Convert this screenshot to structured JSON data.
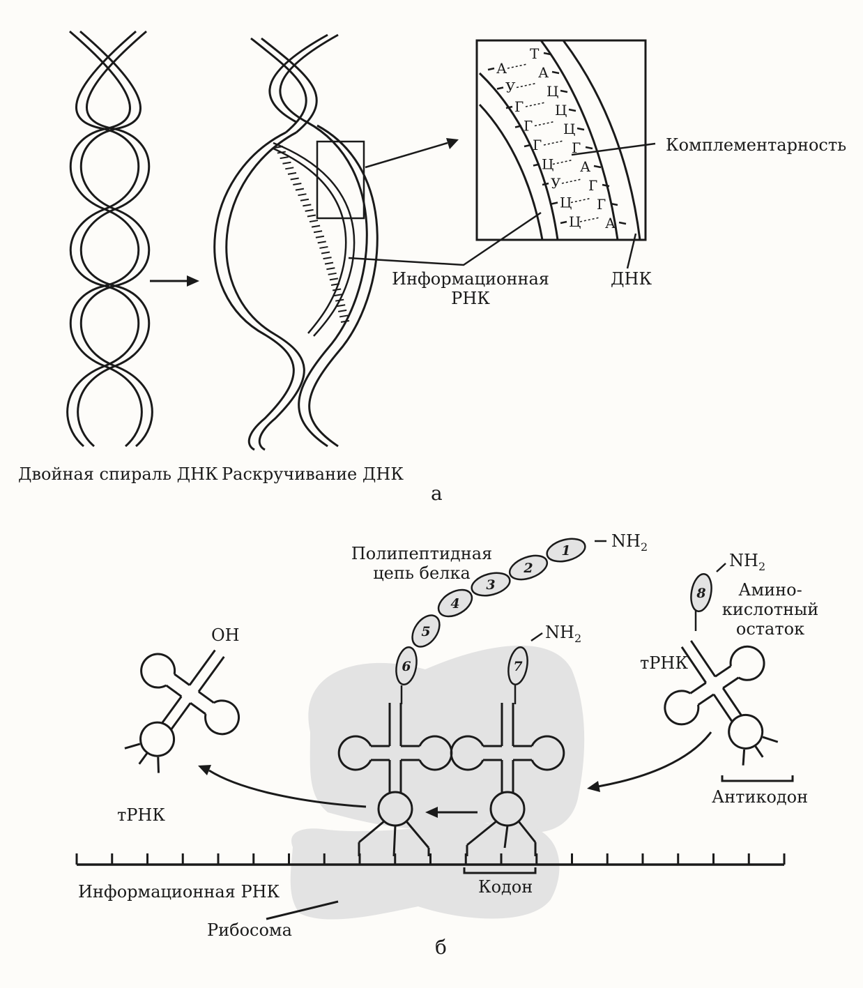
{
  "panel_a": {
    "letter": "а",
    "label_double_helix": "Двойная спираль ДНК",
    "label_unwinding": "Раскручивание ДНК",
    "label_complementarity": "Комплементарность",
    "label_mrna_line1": "Информационная",
    "label_mrna_line2": "РНК",
    "label_dna": "ДНК",
    "rna_bases": [
      "А",
      "У",
      "Г",
      "Г",
      "Г",
      "Ц",
      "У",
      "Ц",
      "Ц"
    ],
    "dna_bases": [
      "Т",
      "А",
      "Ц",
      "Ц",
      "Ц",
      "Г",
      "А",
      "Г",
      "Г",
      "А"
    ]
  },
  "panel_b": {
    "letter": "б",
    "label_polypeptide_line1": "Полипептидная",
    "label_polypeptide_line2": "цепь белка",
    "nh2_main": "NH",
    "nh2_main_sub": "2",
    "nh2_7": "NH",
    "nh2_7_sub": "2",
    "nh2_8": "NH",
    "nh2_8_sub": "2",
    "label_oh": "OH",
    "label_amino_line1": "Амино-",
    "label_amino_line2": "кислотный",
    "label_amino_line3": "остаток",
    "label_trna_right": "тРНК",
    "label_trna_left": "тРНК",
    "label_anticodon": "Антикодон",
    "label_codon": "Кодон",
    "label_mrna": "Информационная РНК",
    "label_ribosome": "Рибосома",
    "amino_acids": [
      "1",
      "2",
      "3",
      "4",
      "5",
      "6",
      "7",
      "8"
    ]
  }
}
